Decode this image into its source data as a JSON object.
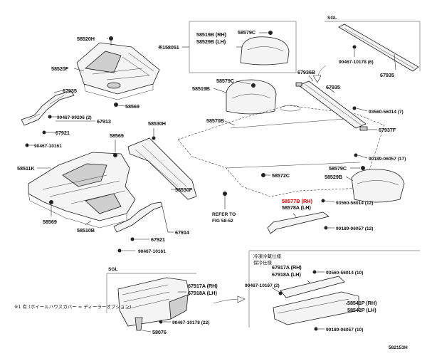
{
  "labels": {
    "p58520H": "58520H",
    "p58520F": "58520F",
    "p58569_top": "58569",
    "p67935_left": "67935",
    "p90467_09206": "90467-09206 (2)",
    "p67913": "67913",
    "p67921_top": "67921",
    "p90467_10161_top": "90467-10161",
    "p58569_mid": "58569",
    "p58530H": "58530H",
    "p58511K": "58511K",
    "p58530F": "58530F",
    "p58569_bot": "58569",
    "p58510B": "58510B",
    "p67921_bot": "67921",
    "p67914": "67914",
    "p90467_10161_bot": "90467-10161",
    "p158051": "※158051",
    "p58519B_RH": "58519B (RH)",
    "p58529B_LH": "58529B (LH)",
    "p58579C_top": "58579C",
    "p58579C_mid": "58579C",
    "p58519B": "58519B",
    "p58570B": "58570B",
    "p58572C": "58572C",
    "refer_to_1": "REFER TO",
    "refer_to_2": "FIG 58-52",
    "sgl_top": "SGL",
    "p90467_10178_6": "90467-10178 (6)",
    "p67935_right": "67935",
    "p67936B": "67936B",
    "p67935_mid": "67935",
    "p93560_56014_7": "93560-56014 (7)",
    "p67937F": "67937F",
    "p90189_06057_17": "90189-06057 (17)",
    "p58579C_right": "58579C",
    "p58529B": "58529B",
    "p58577B_RH": "58577B (RH)",
    "p58578A_LH": "58578A (LH)",
    "p93560_56014_12": "93560-56014 (12)",
    "p90189_06057_12": "90189-06057 (12)",
    "sgl_bottom": "SGL",
    "p67917A_RH_left": "67917A (RH)",
    "p67918A_LH_left": "67918A (LH)",
    "p90467_10178_22": "90467-10178 (22)",
    "p58076": "58076",
    "note_left": "※1 有 (ホイールハウスカバー = ディーラーオプション)",
    "jp_header_1": "冷凍冷蔵仕様",
    "jp_header_2": "保冷仕様",
    "p67917A_RH_right": "67917A (RH)",
    "p67918A_LH_right": "67918A (LH)",
    "p93560_56014_10": "93560-56014 (10)",
    "p90467_10167_2": "90467-10167 (2)",
    "p58541P_RH": "58541P (RH)",
    "p58542P_LH": "58542P (LH)",
    "p90189_06057_10": "90189-06057 (10)",
    "fig_code": "582153H"
  },
  "colors": {
    "highlight": "#cc0000",
    "line": "#222222",
    "part_fill": "#f4f4f4"
  }
}
